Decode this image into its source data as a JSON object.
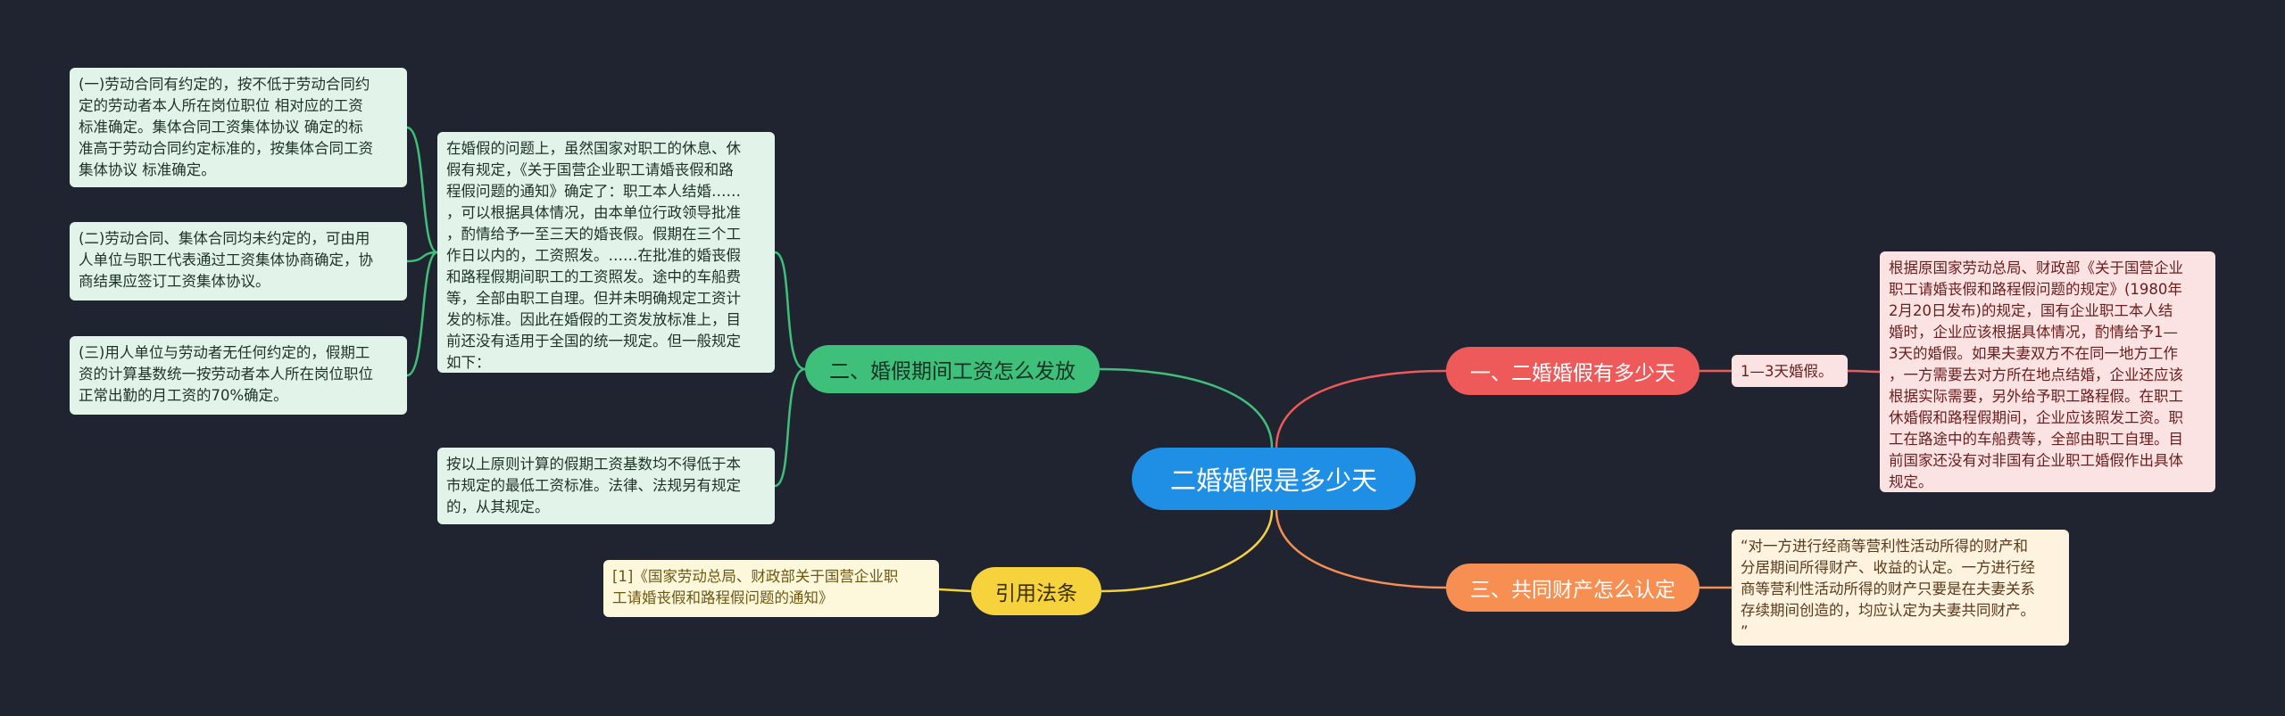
{
  "root": {
    "label": "二婚婚假是多少天"
  },
  "branches": {
    "b1": {
      "label": "一、二婚婚假有多少天",
      "color": "#ee5a5a"
    },
    "b2": {
      "label": "二、婚假期间工资怎么发放",
      "color": "#3ec07b"
    },
    "b3": {
      "label": "三、共同财产怎么认定",
      "color": "#f78e52"
    },
    "b4": {
      "label": "引用法条",
      "color": "#f6d23c"
    }
  },
  "nodes": {
    "a": "(一)劳动合同有约定的，按不低于劳动合同约\n定的劳动者本人所在岗位职位 相对应的工资\n标准确定。集体合同工资集体协议 确定的标\n准高于劳动合同约定标准的，按集体合同工资\n集体协议 标准确定。",
    "b": "(二)劳动合同、集体合同均未约定的，可由用\n人单位与职工代表通过工资集体协商确定，协\n商结果应签订工资集体协议。",
    "c": "(三)用人单位与劳动者无任何约定的，假期工\n资的计算基数统一按劳动者本人所在岗位职位\n 正常出勤的月工资的70%确定。",
    "d": "在婚假的问题上，虽然国家对职工的休息、休\n假有规定，《关于国营企业职工请婚丧假和路\n程假问题的通知》确定了：职工本人结婚……\n，可以根据具体情况，由本单位行政领导批准\n，酌情给予一至三天的婚丧假。假期在三个工\n作日以内的，工资照发。……在批准的婚丧假\n和路程假期间职工的工资照发。途中的车船费\n等，全部由职工自理。但并未明确规定工资计\n发的标准。因此在婚假的工资发放标准上，目\n前还没有适用于全国的统一规定。但一般规定\n如下：",
    "e": "按以上原则计算的假期工资基数均不得低于本\n市规定的最低工资标准。法律、法规另有规定\n的，从其规定。",
    "f": "1—3天婚假。",
    "g": "根据原国家劳动总局、财政部《关于国营企业\n职工请婚丧假和路程假问题的规定》(1980年\n2月20日发布)的规定，国有企业职工本人结\n婚时，企业应该根据具体情况，酌情给予1—\n3天的婚假。如果夫妻双方不在同一地方工作\n，一方需要去对方所在地点结婚，企业还应该\n根据实际需要，另外给予职工路程假。在职工\n休婚假和路程假期间，企业应该照发工资。职\n工在路途中的车船费等，全部由职工自理。目\n前国家还没有对非国有企业职工婚假作出具体\n规定。",
    "h": "“对一方进行经商等营利性活动所得的财产和\n分居期间所得财产、收益的认定。一方进行经\n商等营利性活动所得的财产只要是在夫妻关系\n存续期间创造的，均应认定为夫妻共同财产。\n”",
    "i": "[1]《国家劳动总局、财政部关于国营企业职\n工请婚丧假和路程假问题的通知》"
  },
  "colors": {
    "background": "#202431",
    "root": "#1f8fe6"
  }
}
